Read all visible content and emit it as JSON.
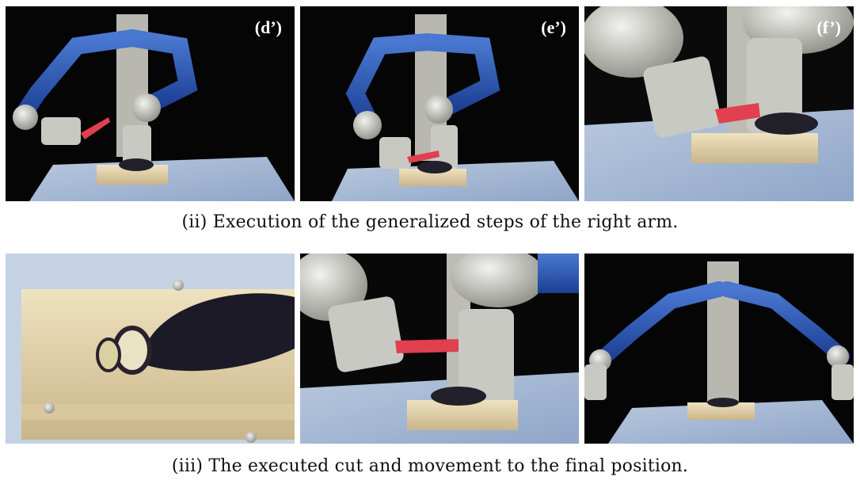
{
  "row1": {
    "panels": [
      {
        "label": "(d’)"
      },
      {
        "label": "(e’)"
      },
      {
        "label": "(f’)"
      }
    ],
    "caption": "(ii) Execution of the generalized steps of the right arm."
  },
  "row2": {
    "caption": "(iii) The executed cut and movement to the final position."
  }
}
